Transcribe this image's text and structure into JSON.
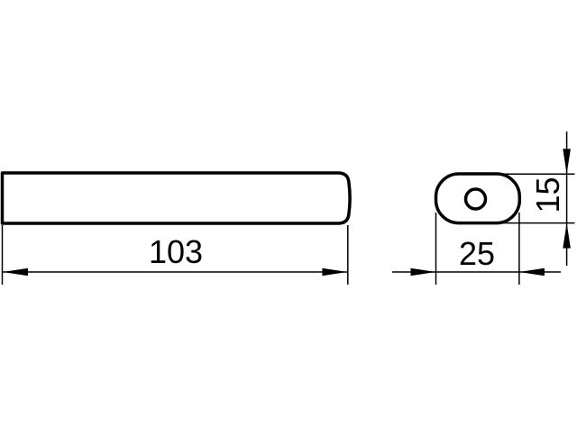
{
  "drawing": {
    "kind": "two-view-technical-dimension-drawing",
    "colors": {
      "line": "#000000",
      "background": "#ffffff"
    },
    "views": {
      "side_view": "long-bar-profile-rounded-right-end",
      "end_view": "rounded-oval-cross-section-with-center-hole"
    },
    "dimensions": {
      "length": "103",
      "width": "25",
      "height": "15"
    }
  }
}
